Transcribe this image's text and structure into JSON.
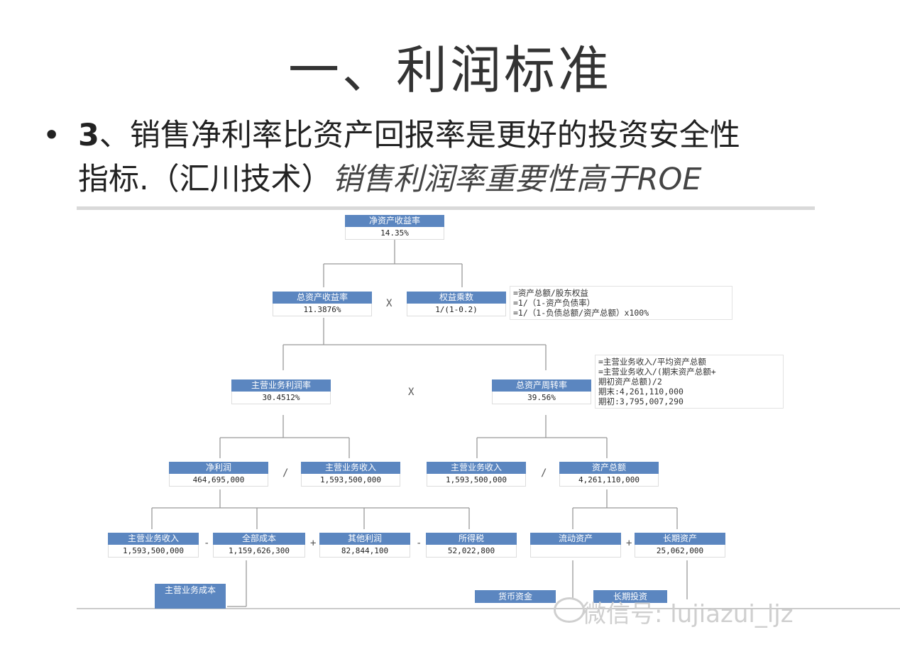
{
  "slide": {
    "title": "一、利润标准",
    "bullet": "•",
    "line1_num": "3",
    "line1_text": "、销售净利率比资产回报率是更好的投资安全性",
    "line2_text": "指标.（汇川技术）",
    "line2_italic": "销售利润率重要性高于ROE"
  },
  "diagram": {
    "roe": {
      "label": "净资产收益率",
      "value": "14.35%"
    },
    "roa": {
      "label": "总资产收益率",
      "value": "11.3876%"
    },
    "em": {
      "label": "权益乘数",
      "value": "1/(1-0.2)"
    },
    "op_x1": "X",
    "em_note": "=资产总额/股东权益\n=1/（1-资产负债率）\n=1/（1-负债总额/资产总额）x100%",
    "npm": {
      "label": "主营业务利润率",
      "value": "30.4512%"
    },
    "tat": {
      "label": "总资产周转率",
      "value": "39.56%"
    },
    "op_x2": "X",
    "tat_note": "=主营业务收入/平均资产总额\n=主营业务收入/(期末资产总额+\n期初资产总额)/2\n期末:4,261,110,000\n期初:3,795,007,290",
    "ni": {
      "label": "净利润",
      "value": "464,695,000"
    },
    "rev1": {
      "label": "主营业务收入",
      "value": "1,593,500,000"
    },
    "op_div1": "/",
    "rev2": {
      "label": "主营业务收入",
      "value": "1,593,500,000"
    },
    "ta": {
      "label": "资产总额",
      "value": "4,261,110,000"
    },
    "op_div2": "/",
    "rev3": {
      "label": "主营业务收入",
      "value": "1,593,500,000"
    },
    "op_minus1": "-",
    "tc": {
      "label": "全部成本",
      "value": "1,159,626,300"
    },
    "op_plus1": "+",
    "op": {
      "label": "其他利润",
      "value": "82,844,100"
    },
    "op_minus2": "-",
    "tax": {
      "label": "所得税",
      "value": "52,022,800"
    },
    "ca": {
      "label": "流动资产",
      "value": ""
    },
    "op_plus2": "+",
    "lta": {
      "label": "长期资产",
      "value": "25,062,000"
    },
    "cogs": {
      "label": "主营业务成本"
    },
    "cash": {
      "label": "货币资金"
    },
    "ltinv": {
      "label": "长期投资"
    }
  },
  "watermark": "微信号: lujiazui_ljz"
}
